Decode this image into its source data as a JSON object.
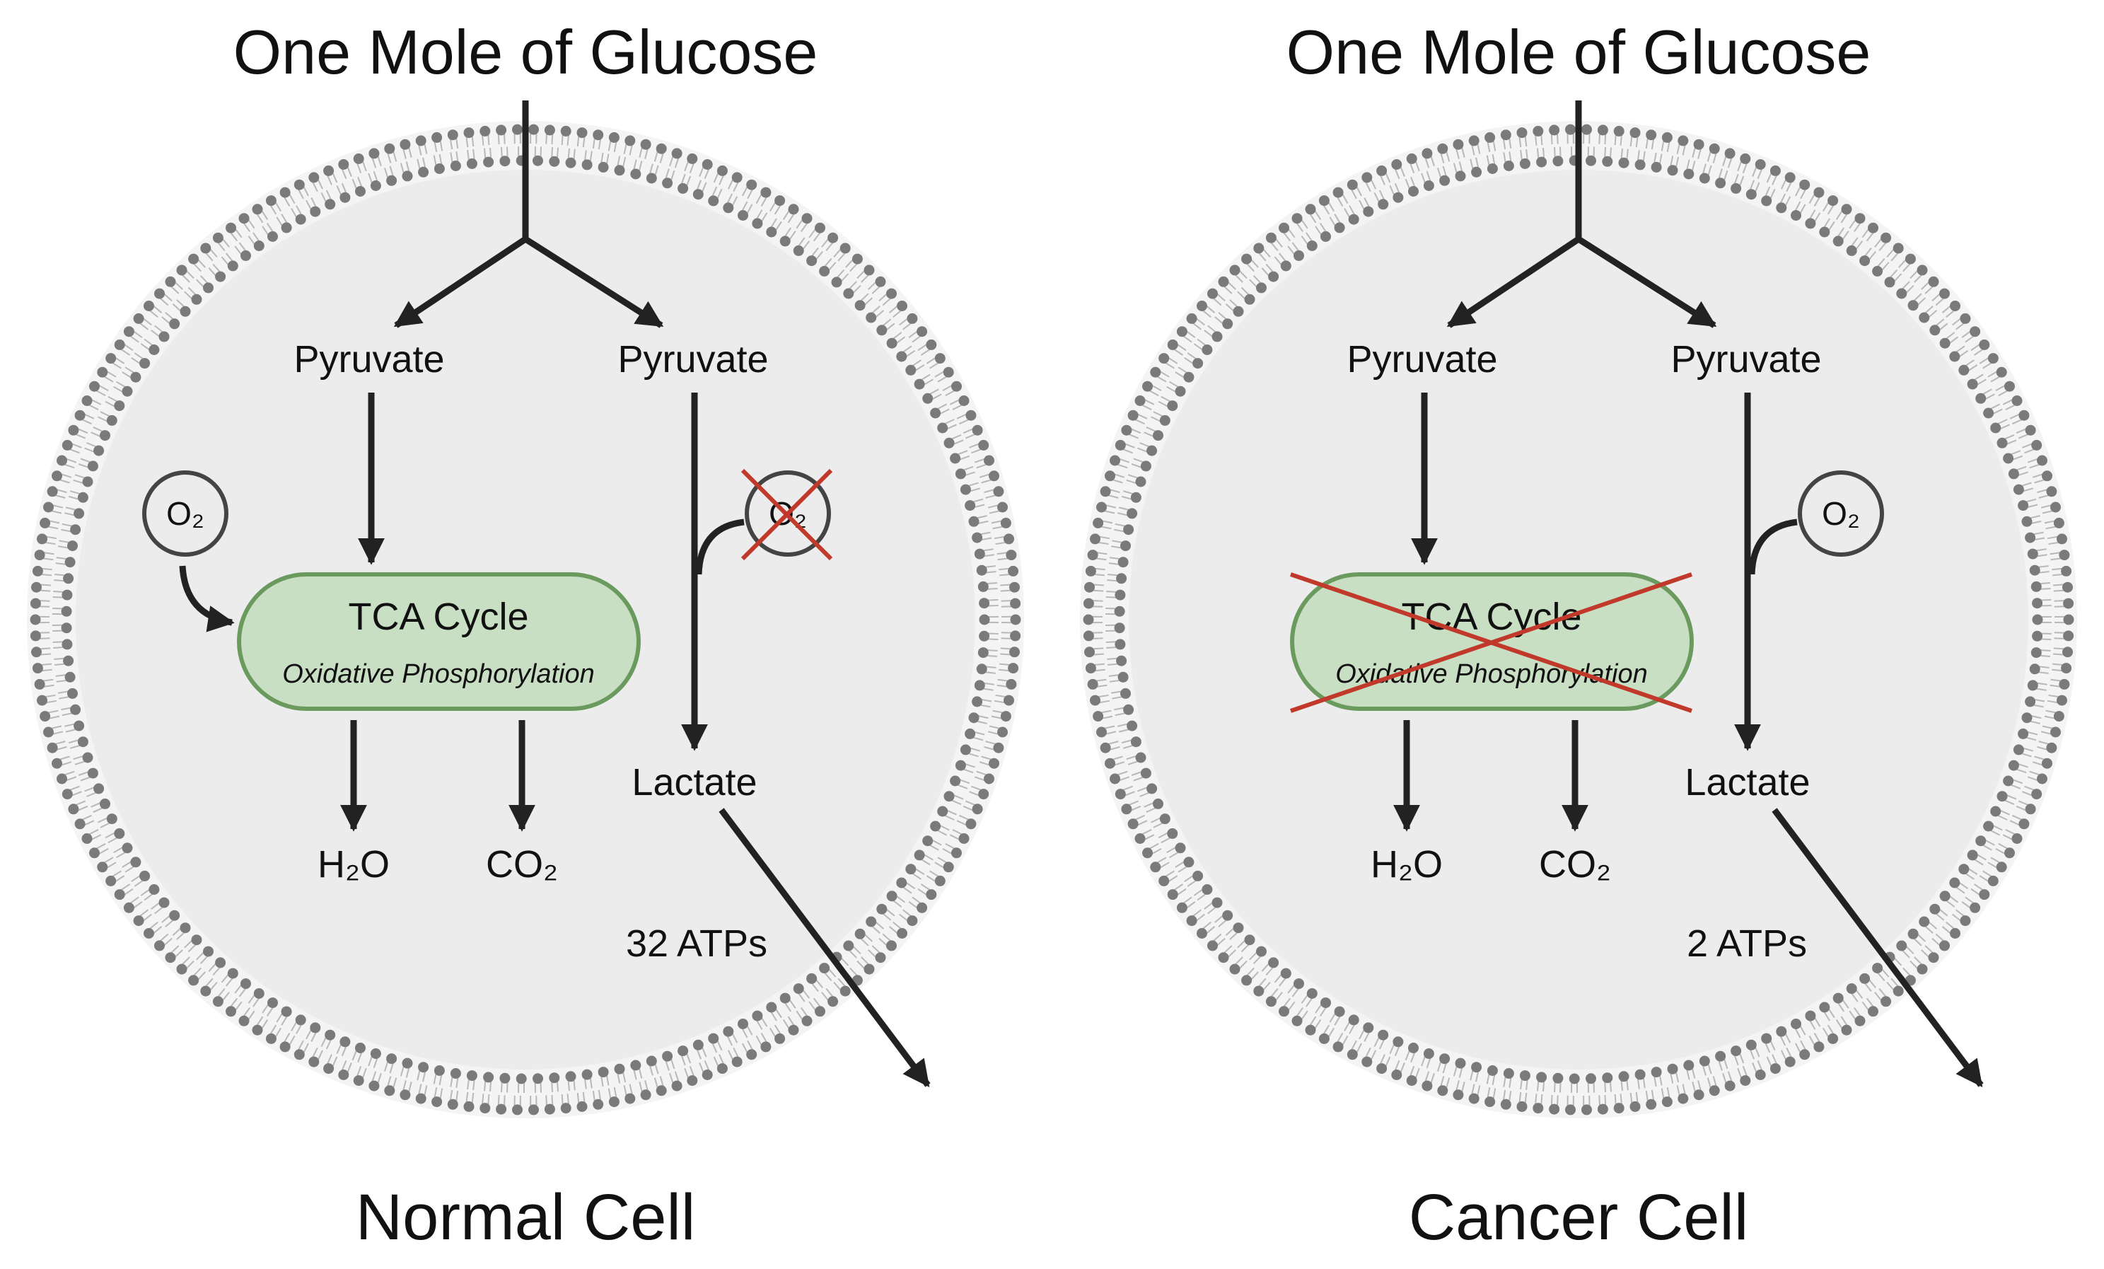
{
  "colors": {
    "membrane_head": "#7a7a7a",
    "membrane_tail": "#b8b8b8",
    "cytoplasm": "#ececec",
    "tca_fill": "#c9dfc4",
    "tca_stroke": "#6b9a5f",
    "arrow": "#222222",
    "cross": "#c0392b"
  },
  "panels": [
    {
      "id": "normal",
      "title": "One Mole of Glucose",
      "pyruvate_left": "Pyruvate",
      "pyruvate_right": "Pyruvate",
      "tca_title": "TCA Cycle",
      "tca_subtitle": "Oxidative Phosphorylation",
      "water": "H₂O",
      "co2": "CO₂",
      "oxygen_left": "O₂",
      "oxygen_right": "O₂",
      "lactate": "Lactate",
      "atp": "32 ATPs",
      "cell_label": "Normal Cell"
    },
    {
      "id": "cancer",
      "title": "One Mole of Glucose",
      "pyruvate_left": "Pyruvate",
      "pyruvate_right": "Pyruvate",
      "tca_title": "TCA Cycle",
      "tca_subtitle": "Oxidative Phosphorylation",
      "water": "H₂O",
      "co2": "CO₂",
      "oxygen_right": "O₂",
      "lactate": "Lactate",
      "atp": "2 ATPs",
      "cell_label": "Cancer Cell"
    }
  ]
}
